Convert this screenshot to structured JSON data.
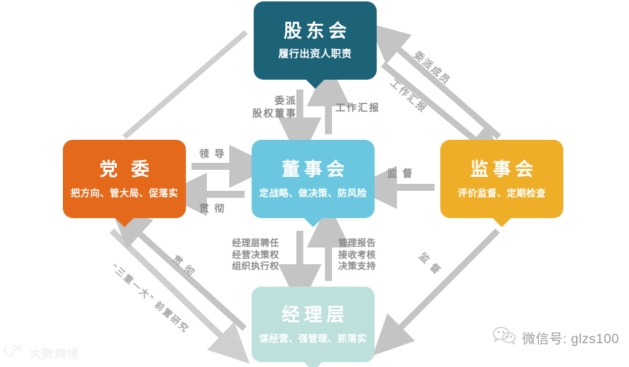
{
  "diagram": {
    "nodes": [
      {
        "key": "shareholders",
        "title": "股东会",
        "subtitle": "履行出资人职责",
        "color": "#1d6378"
      },
      {
        "key": "party",
        "title": "党 委",
        "subtitle": "把方向、管大局、促落实",
        "color": "#e4691b"
      },
      {
        "key": "board",
        "title": "董事会",
        "subtitle": "定战略、做决策、防风险",
        "color": "#6bc7e0"
      },
      {
        "key": "supervisors",
        "title": "监事会",
        "subtitle": "评价监督、定期检查",
        "color": "#eeae28"
      },
      {
        "key": "management",
        "title": "经理层",
        "subtitle": "谋经营、强管理、抓落实",
        "color": "#bee0dd"
      }
    ],
    "edges": {
      "shareholders_to_board": "委派\n股权董事",
      "board_to_shareholders": "工作汇报",
      "party_to_board": "领 导",
      "board_to_party": "贯 彻",
      "supervisors_to_board": "监 督",
      "board_to_management": "经理层聘任\n经营决策权\n组织执行权",
      "management_to_board": "管理报告\n接收考核\n决策支持",
      "supervisors_to_shareholders": "委派成员",
      "shareholders_to_supervisors_report": "工作汇报",
      "management_to_party": "贯 彻",
      "party_to_management": "“三重一大” 前置研究",
      "supervisors_to_management": "监 督"
    },
    "arrow_color": "#c4c4c4",
    "line_color": "#cfcfcf",
    "label_color": "#8a8a8a"
  },
  "watermarks": {
    "wechat_icon": "wechat-icon",
    "wechat_text": "微信号: glzs100",
    "brand_icon": "brand-logo-icon",
    "brand_text": "大数跨境"
  }
}
